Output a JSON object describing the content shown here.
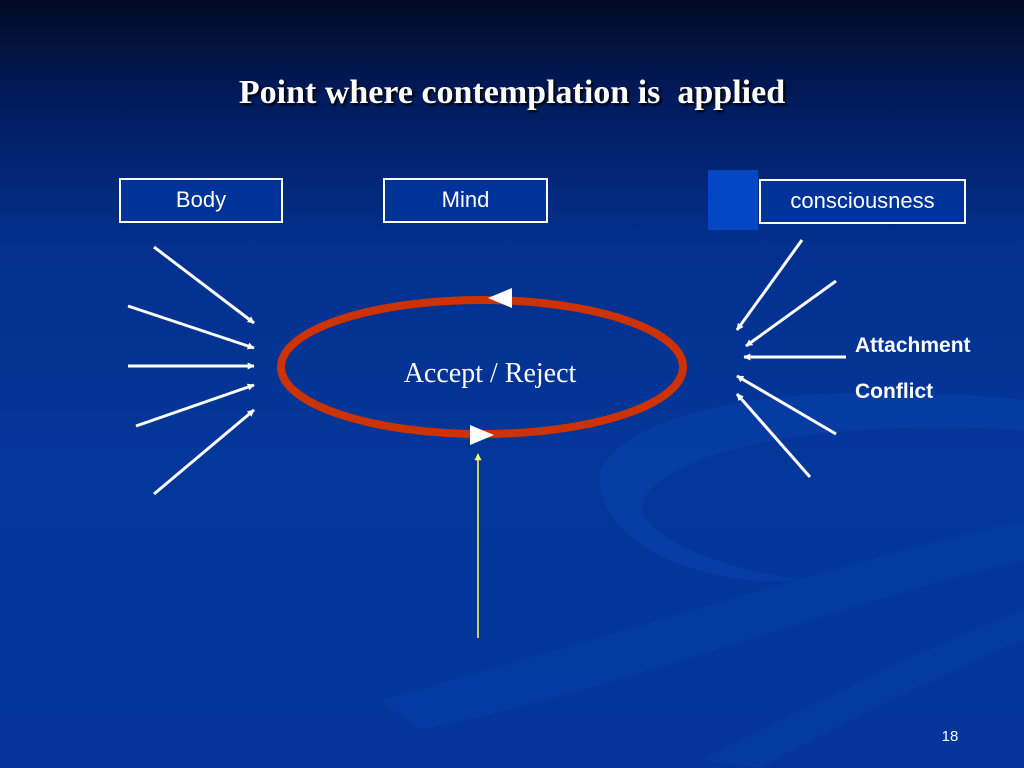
{
  "slide": {
    "title": "Point where contemplation is  applied",
    "page_number": "18",
    "background_color": "#003399",
    "accent_color": "#cc3300",
    "highlight_color": "#ffff66"
  },
  "boxes": {
    "body": "Body",
    "mind": "Mind",
    "consciousness": "consciousness"
  },
  "cycle": {
    "label": "Accept / Reject"
  },
  "labels": {
    "attachment": "Attachment",
    "conflict": "Conflict"
  },
  "arrows": {
    "left_inputs": 5,
    "right_inputs": 5,
    "bottom_input": 1
  }
}
